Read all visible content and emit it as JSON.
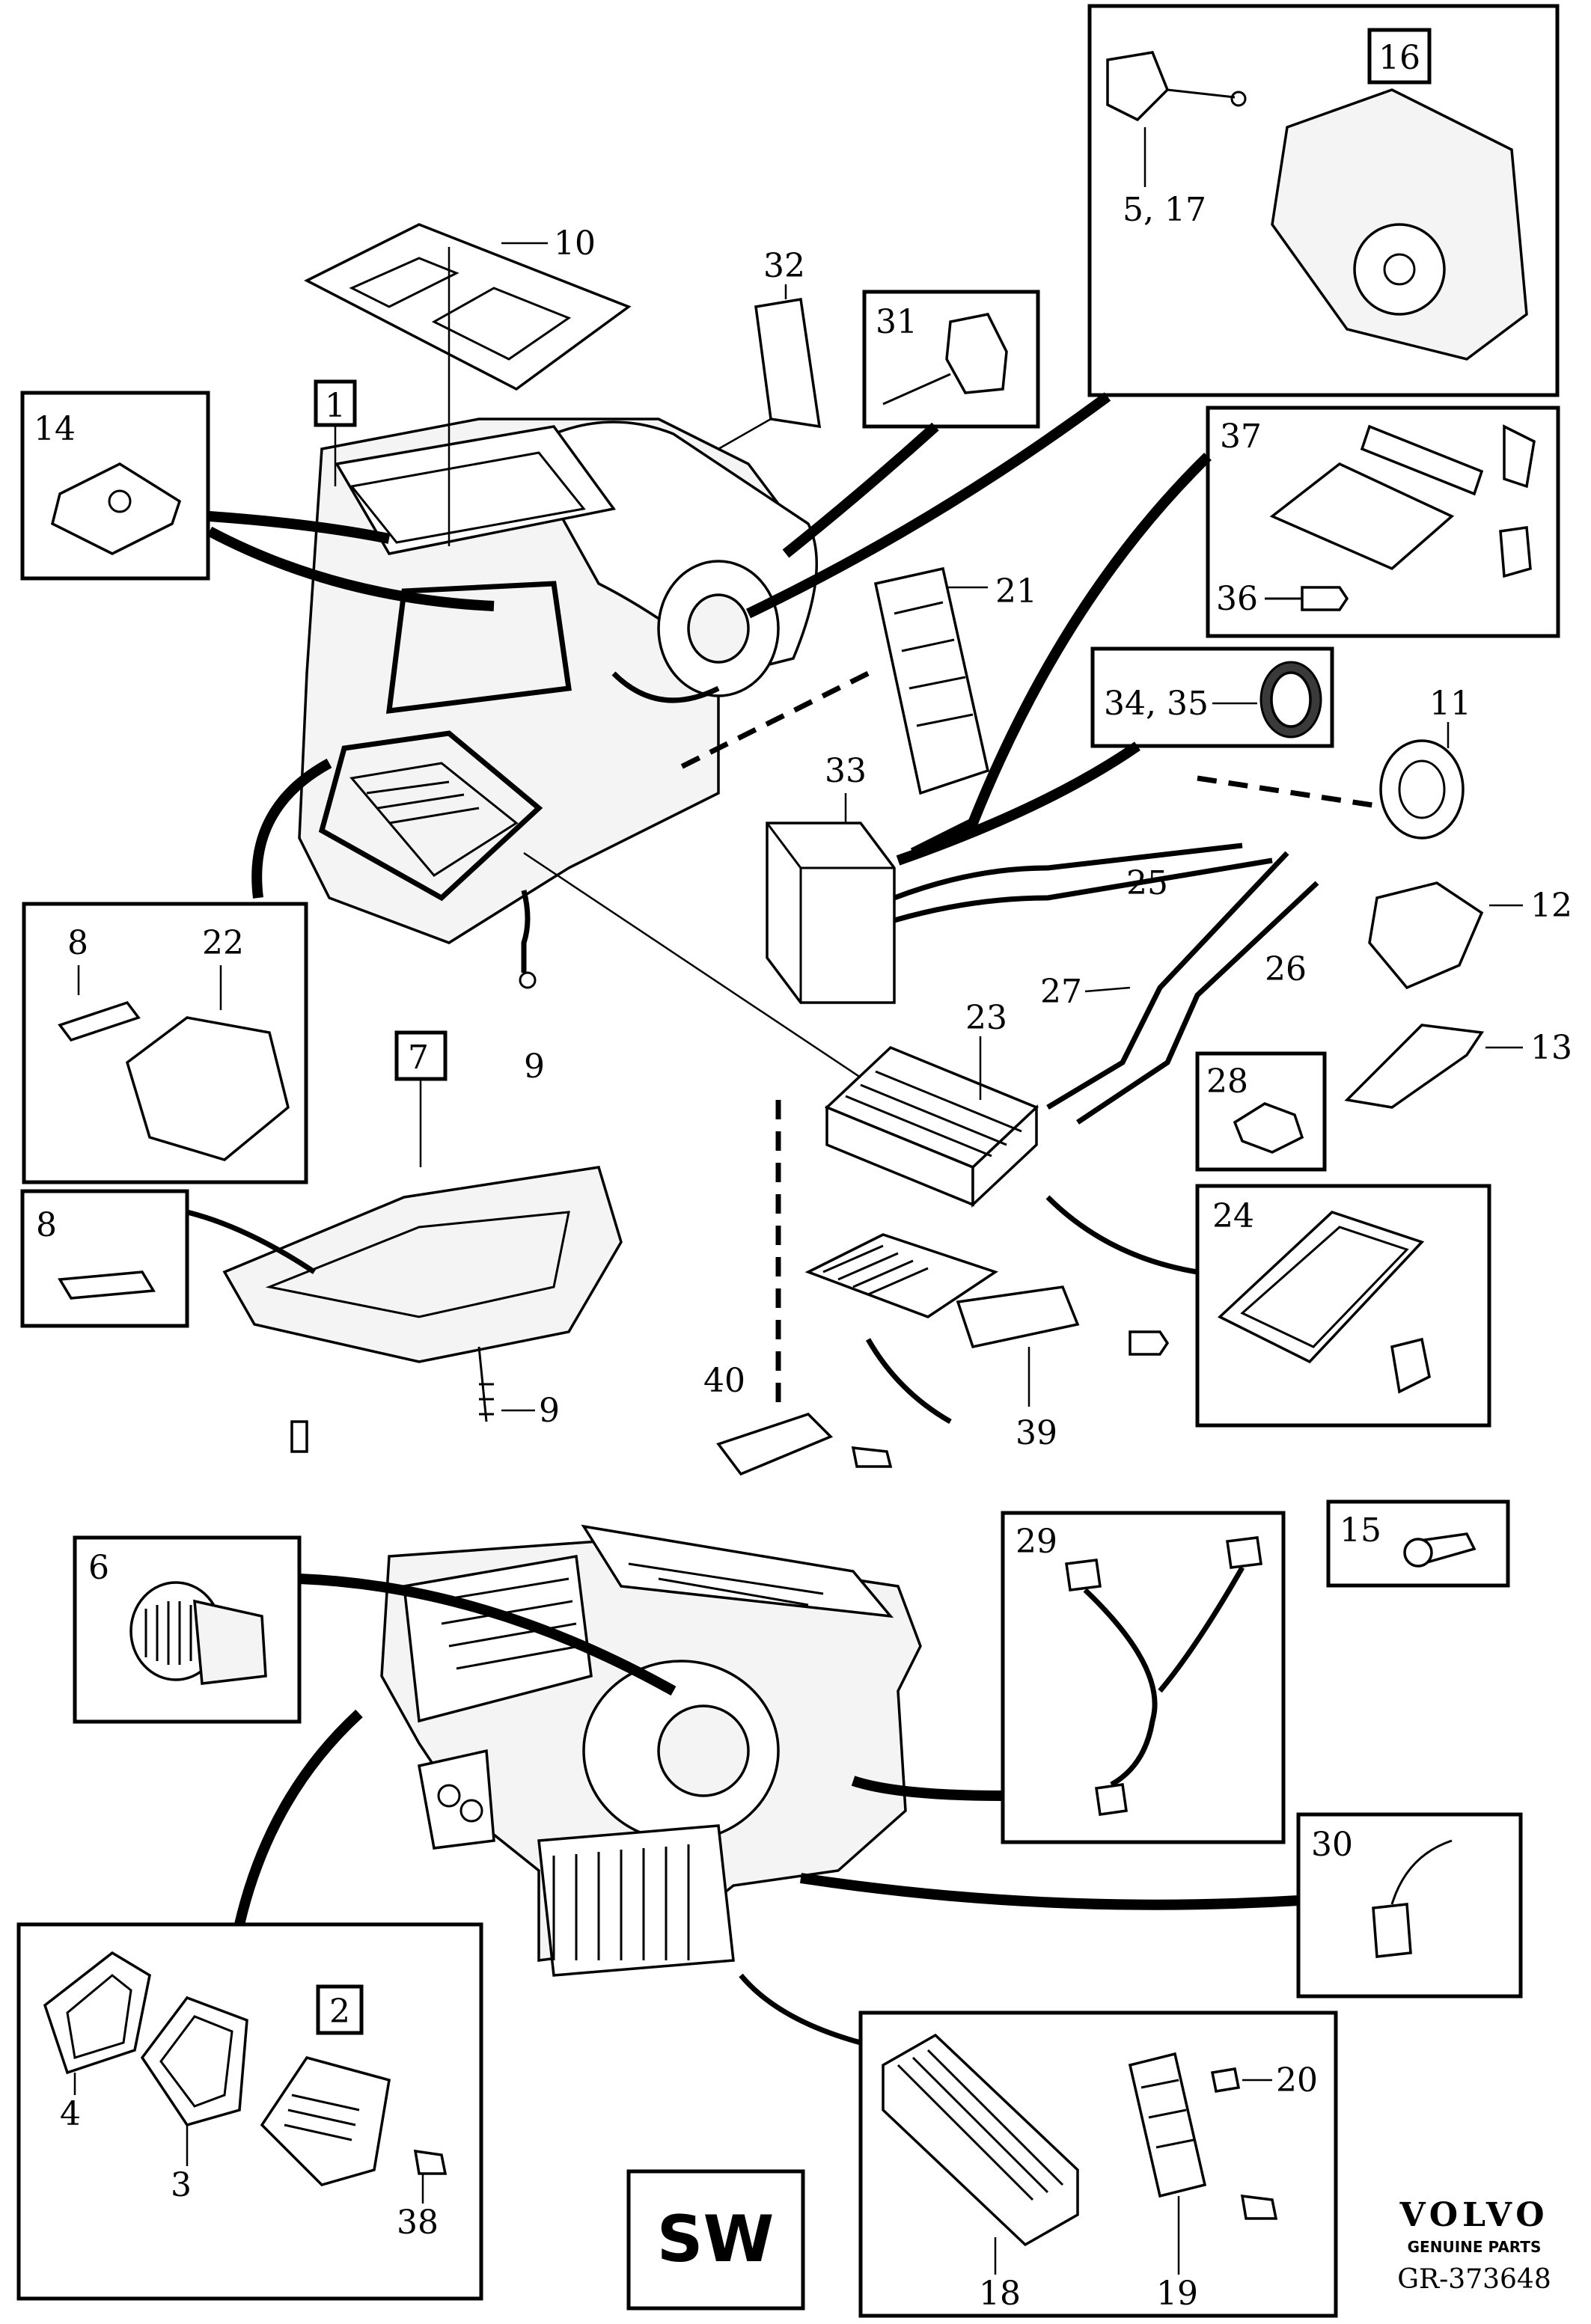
{
  "diagram": {
    "callouts": [
      "1",
      "2",
      "3",
      "4",
      "5, 17",
      "6",
      "7",
      "8",
      "8",
      "9",
      "9",
      "10",
      "11",
      "12",
      "13",
      "14",
      "15",
      "16",
      "18",
      "19",
      "20",
      "21",
      "22",
      "23",
      "24",
      "25",
      "26",
      "27",
      "28",
      "29",
      "30",
      "31",
      "32",
      "33",
      "34, 35",
      "36",
      "37",
      "38",
      "39",
      "40"
    ],
    "labels": {
      "n1": "1",
      "n2": "2",
      "n3": "3",
      "n4": "4",
      "n5_17": "5, 17",
      "n6": "6",
      "n7": "7",
      "n8a": "8",
      "n8b": "8",
      "n9a": "9",
      "n9b": "9",
      "n10": "10",
      "n11": "11",
      "n12": "12",
      "n13": "13",
      "n14": "14",
      "n15": "15",
      "n16": "16",
      "n18": "18",
      "n19": "19",
      "n20": "20",
      "n21": "21",
      "n22": "22",
      "n23": "23",
      "n24": "24",
      "n25": "25",
      "n26": "26",
      "n27": "27",
      "n28": "28",
      "n29": "29",
      "n30": "30",
      "n31": "31",
      "n32": "32",
      "n33": "33",
      "n34_35": "34, 35",
      "n36": "36",
      "n37": "37",
      "n38": "38",
      "n39": "39",
      "n40": "40"
    }
  },
  "badge": {
    "text": "SW"
  },
  "brand": {
    "name": "VOLVO",
    "tagline": "GENUINE PARTS",
    "ref": "GR-373648"
  },
  "icons": [
    "screw-icon",
    "clip-icon",
    "connector-icon",
    "filter-icon",
    "blower-motor-icon",
    "heater-core-icon",
    "evaporator-icon",
    "hose-icon",
    "gasket-icon",
    "bracket-icon"
  ]
}
